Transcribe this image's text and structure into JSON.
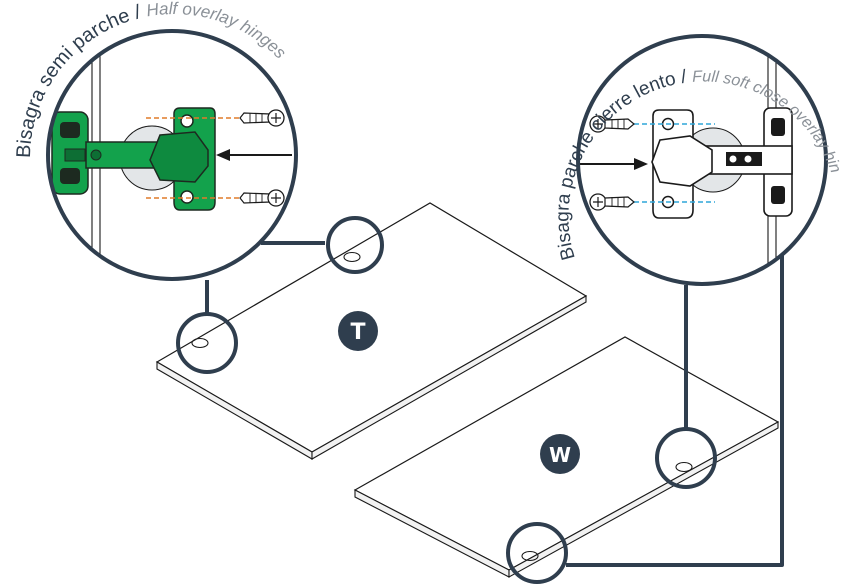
{
  "labels": {
    "left_main": "Bisagra semi parche / ",
    "left_italic": "Half overlay hinges",
    "right_main": "Bisagra parche cierre lento / ",
    "right_italic": "Full soft close overlay hinges"
  },
  "panels": {
    "top_panel_letter": "T",
    "bottom_panel_letter": "W"
  },
  "colors": {
    "line": "#2f3e4e",
    "hinge_green": "#13a24c",
    "hinge_dark": "#1d2a20",
    "orange_dash": "#e07b2a",
    "blue_dash": "#2ea6d9",
    "label_gray": "#8a9097"
  },
  "icons": [
    "screw-icon",
    "hinge-icon",
    "arrow-icon"
  ]
}
